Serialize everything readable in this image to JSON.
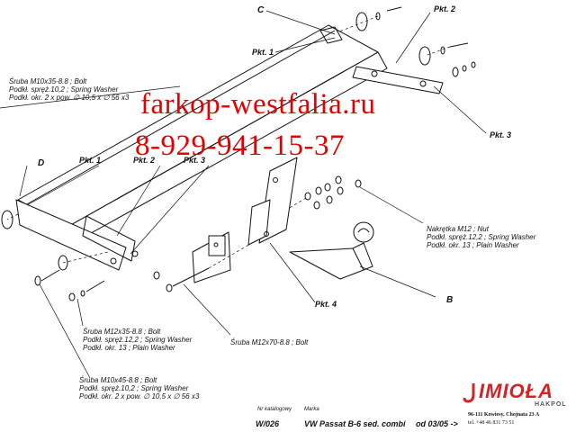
{
  "labels": {
    "c": "C",
    "d": "D",
    "b": "B",
    "pkt1_top": "Pkt. 1",
    "pkt2_top": "Pkt. 2",
    "pkt3_right": "Pkt. 3",
    "pkt1_left": "Pkt. 1",
    "pkt2_left": "Pkt. 2",
    "pkt3_left": "Pkt. 3",
    "pkt4": "Pkt. 4"
  },
  "notes": {
    "bolt_m10x35": [
      "Śruba M10x35-8.8 ;  Bolt",
      "Podkł. spręż.10,2 ; Spring Washer",
      "Podkł. okr. 2 x pow. ∅ 10,5 x ∅ 56 x3"
    ],
    "nut_m12": [
      "Nakrętka  M12 ; Nut",
      "Podkł. spręż.12,2 ; Spring Washer",
      "Podkł. okr. 13 ; Plain Washer"
    ],
    "bolt_m12x35": [
      "Śruba M12x35-8.8 ;  Bolt",
      "Podkł. spręż.12,2 ; Spring Washer",
      "Podkł. okr. 13 ; Plain Washer"
    ],
    "bolt_m10x45": [
      "Śruba M10x45-8.8 ;  Bolt",
      "Podkł. spręż.10,2 ; Spring Washer",
      "Podkł. okr. 2 x pow. ∅ 10,5 x ∅ 56 x3"
    ],
    "bolt_m12x70": "Śruba M12x70-8.8 ;  Bolt"
  },
  "watermark": {
    "site": "farkop-westfalia.ru",
    "phone": "8-929-941-15-37",
    "color": "#e40000"
  },
  "footer": {
    "catalog_caption": "Nr katalogowy",
    "make_caption": "Marka",
    "catalog_number": "W/026",
    "model": "VW Passat B-6 sed. combi",
    "date": "od 03/05 ->"
  },
  "brand": {
    "name": "IMIOŁA",
    "sub": "HAKPOL",
    "address": "96-111 Kowiesy, Chojnata 23 A",
    "phone": "tel. +48 46 831 73 51",
    "color": "#d2232a"
  }
}
